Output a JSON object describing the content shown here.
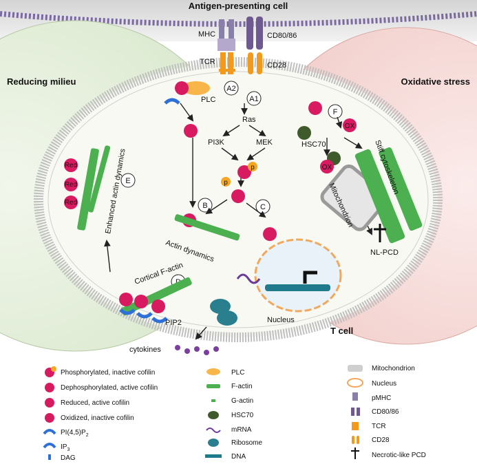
{
  "title_top": "Antigen-presenting cell",
  "regions": {
    "left": "Reducing milieu",
    "right": "Oxidative stress",
    "cell": "T cell"
  },
  "receptors": {
    "mhc": "MHC",
    "tcr": "TCR",
    "cd8086": "CD80/86",
    "cd28": "CD28"
  },
  "pathway": {
    "plc": "PLC",
    "ras": "Ras",
    "pi3k": "PI3K",
    "mek": "MEK",
    "hsc70": "HSC70",
    "mito": "Mitochondrion",
    "stiff": "Stiff cytoskeleton",
    "nlpcd": "NL-PCD",
    "enhanced": "Enhanced actin dynamics",
    "actin_dyn": "Actin dynamics",
    "cortical": "Cortical F-actin",
    "pip2": "PIP2",
    "nucleus": "Nucleus",
    "cytokines": "cytokines",
    "red": "Red",
    "ox": "OX",
    "p": "p"
  },
  "steps": [
    "A1",
    "A2",
    "B",
    "C",
    "D",
    "E",
    "F"
  ],
  "legend": {
    "col1": [
      {
        "icon": "phospho-cofilin-icon",
        "label": "Phosphorylated, inactive cofilin"
      },
      {
        "icon": "active-cofilin-icon",
        "label": "Dephosphorylated, active cofilin"
      },
      {
        "icon": "reduced-cofilin-icon",
        "label": "Reduced, active cofilin"
      },
      {
        "icon": "oxidized-cofilin-icon",
        "label": "Oxidized, inactive cofilin"
      },
      {
        "icon": "pip2-icon",
        "label": "PI(4,5)P",
        "sub": "2"
      },
      {
        "icon": "ip3-icon",
        "label": "IP",
        "sub": "3"
      },
      {
        "icon": "dag-icon",
        "label": "DAG"
      }
    ],
    "col2": [
      {
        "icon": "plc-icon",
        "label": "PLC"
      },
      {
        "icon": "f-actin-icon",
        "label": "F-actin"
      },
      {
        "icon": "g-actin-icon",
        "label": "G-actin"
      },
      {
        "icon": "hsc70-icon",
        "label": "HSC70"
      },
      {
        "icon": "mrna-icon",
        "label": "mRNA"
      },
      {
        "icon": "ribosome-icon",
        "label": "Ribosome"
      },
      {
        "icon": "dna-icon",
        "label": "DNA"
      }
    ],
    "col3": [
      {
        "icon": "mitochondrion-icon",
        "label": "Mitochondrion"
      },
      {
        "icon": "nucleus-icon",
        "label": "Nucleus"
      },
      {
        "icon": "pmhc-icon",
        "label": "pMHC"
      },
      {
        "icon": "cd8086-icon",
        "label": "CD80/86"
      },
      {
        "icon": "tcr-icon",
        "label": "TCR"
      },
      {
        "icon": "cd28-icon",
        "label": "CD28"
      },
      {
        "icon": "dagger-icon",
        "label": "Necrotic-like PCD"
      }
    ]
  },
  "colors": {
    "cofilin": "#d81b60",
    "phospho": "#f5a623",
    "actin": "#4caf50",
    "hsc70": "#3f5a2b",
    "plc": "#f7b54a",
    "ip3": "#2e6fd8",
    "receptor_orange": "#f29a1e",
    "receptor_purple": "#6e5a8f",
    "left_bg": "#e9f2e0",
    "right_bg": "#f6dcd9",
    "nucleus": "#e8f2f8"
  }
}
